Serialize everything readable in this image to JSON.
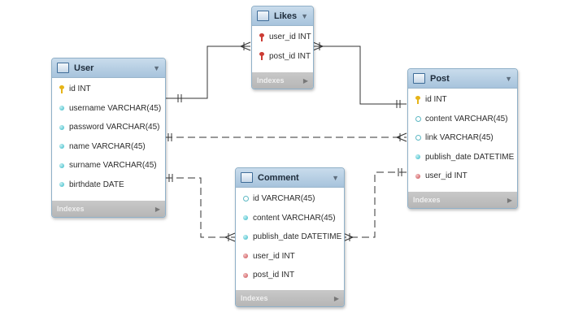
{
  "tables": {
    "likes": {
      "name": "Likes",
      "columns": [
        {
          "label": "user_id INT",
          "icon": "red-key-icon"
        },
        {
          "label": "post_id INT",
          "icon": "red-key-icon"
        }
      ],
      "footer": "Indexes"
    },
    "user": {
      "name": "User",
      "columns": [
        {
          "label": "id INT",
          "icon": "gold-key-icon"
        },
        {
          "label": "username VARCHAR(45)",
          "icon": "cyan-diamond-icon"
        },
        {
          "label": "password VARCHAR(45)",
          "icon": "cyan-diamond-icon"
        },
        {
          "label": "name VARCHAR(45)",
          "icon": "cyan-diamond-icon"
        },
        {
          "label": "surname VARCHAR(45)",
          "icon": "cyan-diamond-icon"
        },
        {
          "label": "birthdate DATE",
          "icon": "cyan-diamond-icon"
        }
      ],
      "footer": "Indexes"
    },
    "post": {
      "name": "Post",
      "columns": [
        {
          "label": "id INT",
          "icon": "gold-key-icon"
        },
        {
          "label": "content VARCHAR(45)",
          "icon": "hollow-diamond-icon"
        },
        {
          "label": "link VARCHAR(45)",
          "icon": "hollow-diamond-icon"
        },
        {
          "label": "publish_date DATETIME",
          "icon": "cyan-diamond-icon"
        },
        {
          "label": "user_id INT",
          "icon": "red-diamond-icon"
        }
      ],
      "footer": "Indexes"
    },
    "comment": {
      "name": "Comment",
      "columns": [
        {
          "label": "id VARCHAR(45)",
          "icon": "hollow-diamond-icon"
        },
        {
          "label": "content VARCHAR(45)",
          "icon": "cyan-diamond-icon"
        },
        {
          "label": "publish_date DATETIME",
          "icon": "cyan-diamond-icon"
        },
        {
          "label": "user_id INT",
          "icon": "red-diamond-icon"
        },
        {
          "label": "post_id INT",
          "icon": "red-diamond-icon"
        }
      ],
      "footer": "Indexes"
    }
  },
  "colors": {
    "header": "#b5cde2",
    "footer": "#bdbdbd",
    "line": "#333333"
  }
}
